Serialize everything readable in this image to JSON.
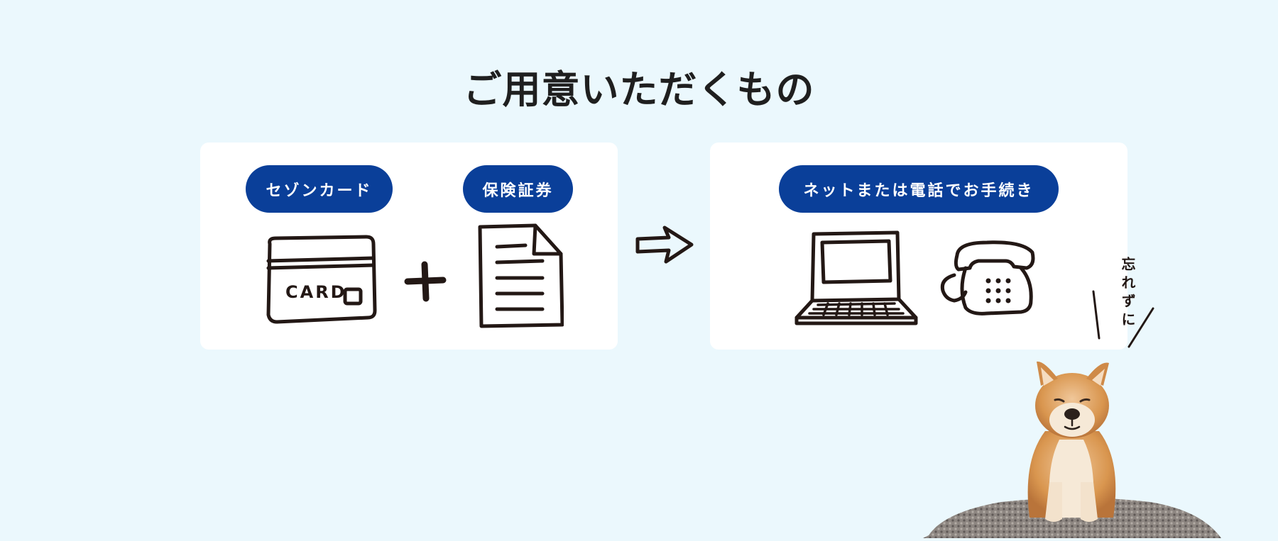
{
  "heading": "ご用意いただくもの",
  "left_panel": {
    "badge_card": "セゾンカード",
    "badge_policy": "保険証券",
    "card_illustration_text": "CARD",
    "plus_icon": "plus-icon",
    "document_icon": "document-icon"
  },
  "arrow_icon": "arrow-right-icon",
  "right_panel": {
    "badge_procedure": "ネットまたは電話でお手続き",
    "laptop_icon": "laptop-icon",
    "telephone_icon": "telephone-icon"
  },
  "reminder": "忘れずに",
  "mascot": "shiba-inu-puppy",
  "colors": {
    "background": "#ebf8fd",
    "panel": "#ffffff",
    "badge": "#0a3f99",
    "ink": "#231815"
  }
}
